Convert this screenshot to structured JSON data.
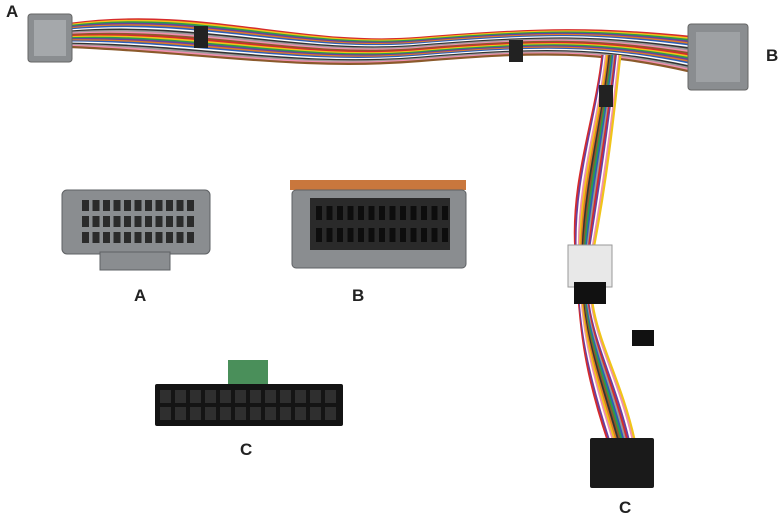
{
  "labels": {
    "harness_a": "A",
    "harness_b": "B",
    "harness_c": "C",
    "detail_a": "A",
    "detail_b": "B",
    "detail_c": "C"
  },
  "colors": {
    "connector_gray": "#8a8d90",
    "connector_black": "#1a1a1a",
    "wires": [
      "#d62b2b",
      "#f0c419",
      "#2a9d4a",
      "#6a3fa0",
      "#e07b28",
      "#2c5fb8",
      "#ffffff",
      "#333333",
      "#9a9a9a",
      "#f08fb0",
      "#8b5a2b"
    ]
  }
}
